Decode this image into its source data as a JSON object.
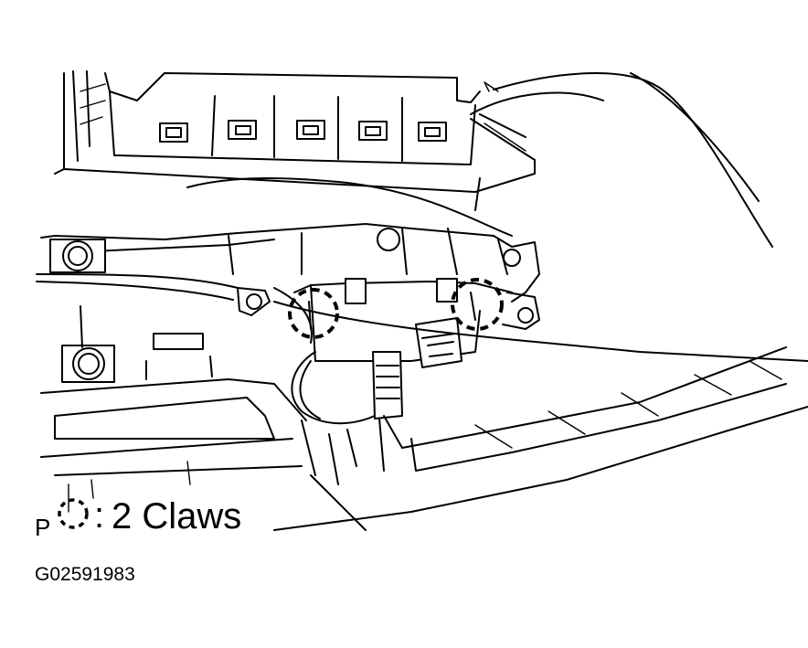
{
  "legend": {
    "marker": "P",
    "text": "2 Claws"
  },
  "figure_code": "G02591983",
  "colors": {
    "line": "#000000",
    "background": "#ffffff"
  }
}
